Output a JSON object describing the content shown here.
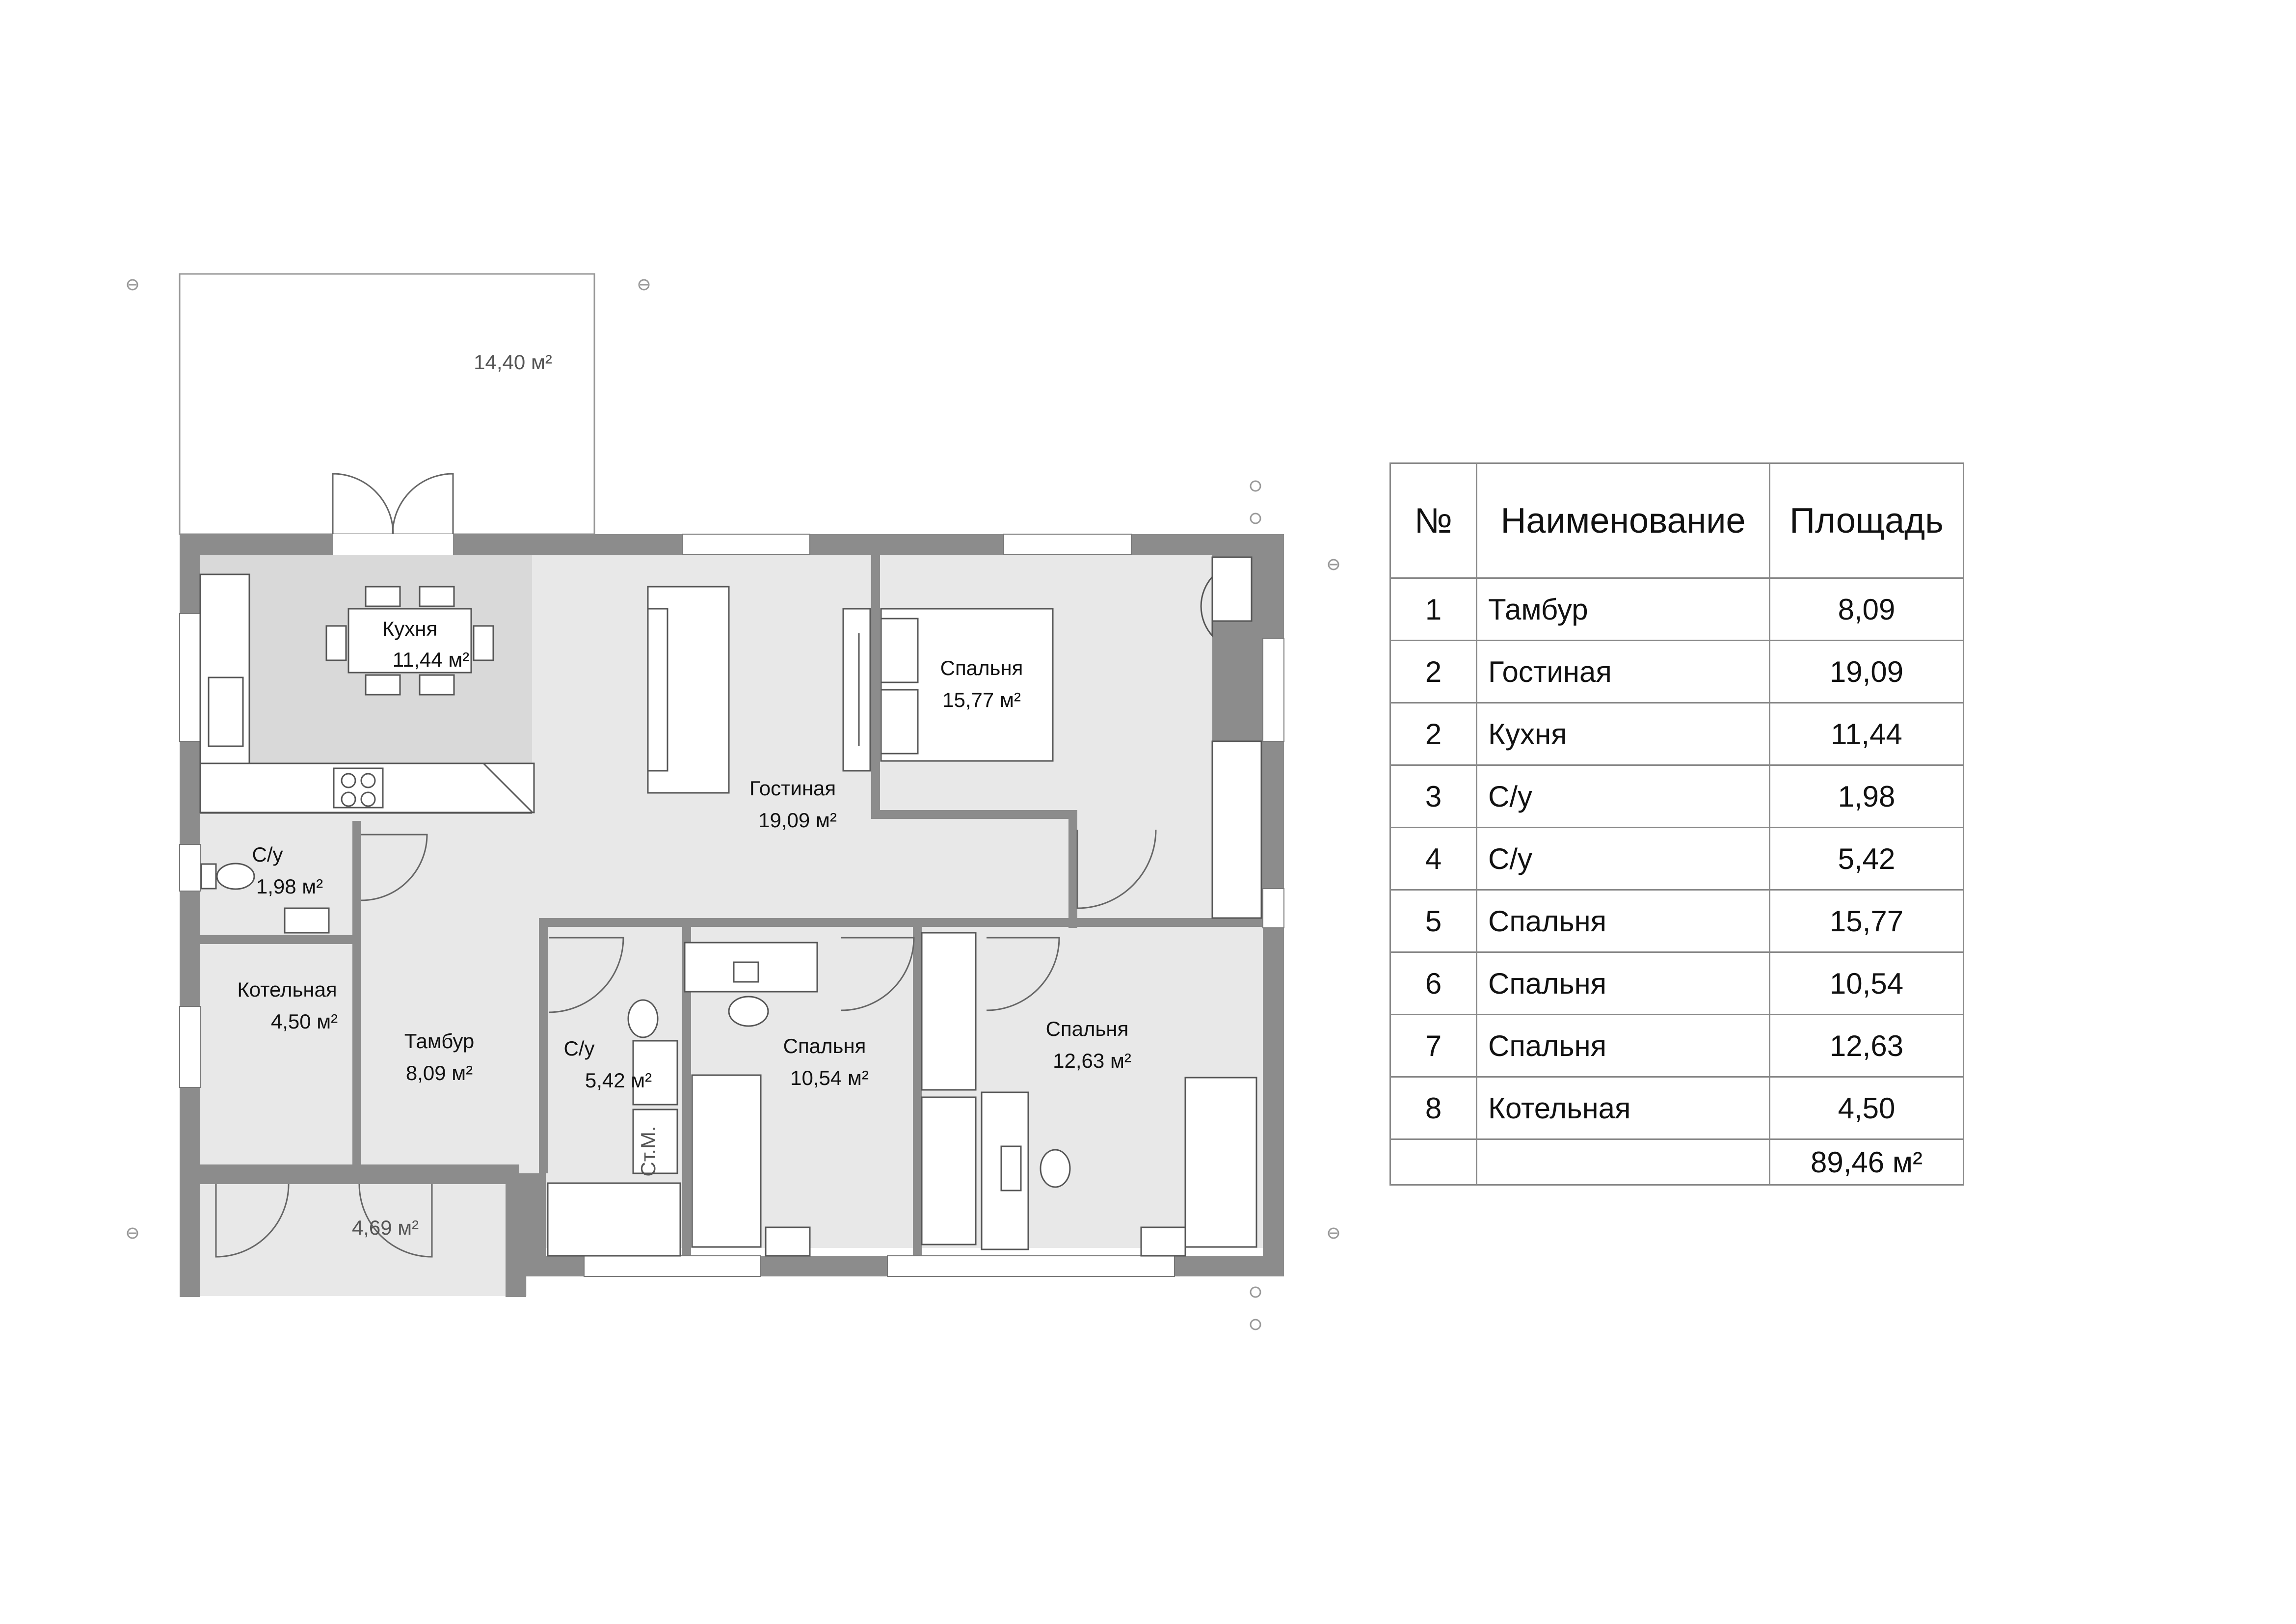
{
  "rooms": {
    "terrace": {
      "area": "14,40 м²"
    },
    "kitchen": {
      "name": "Кухня",
      "area": "11,44 м²"
    },
    "living": {
      "name": "Гостиная",
      "area": "19,09 м²"
    },
    "bedroom_master": {
      "name": "Спальня",
      "area": "15,77 м²"
    },
    "wc_small": {
      "name": "С/у",
      "area": "1,98 м²"
    },
    "boiler": {
      "name": "Котельная",
      "area": "4,50 м²"
    },
    "vestibule": {
      "name": "Тамбур",
      "area": "8,09 м²"
    },
    "wc_large": {
      "name": "С/у",
      "area": "5,42 м²"
    },
    "bedroom_mid": {
      "name": "Спальня",
      "area": "10,54 м²"
    },
    "bedroom_right": {
      "name": "Спальня",
      "area": "12,63 м²"
    },
    "porch": {
      "area": "4,69 м²"
    },
    "washer_label": "Ст.М."
  },
  "table": {
    "headers": {
      "num": "№",
      "name": "Наименование",
      "area": "Площадь"
    },
    "rows": [
      {
        "num": "1",
        "name": "Тамбур",
        "area": "8,09"
      },
      {
        "num": "2",
        "name": "Гостиная",
        "area": "19,09"
      },
      {
        "num": "2",
        "name": "Кухня",
        "area": "11,44"
      },
      {
        "num": "3",
        "name": "С/у",
        "area": "1,98"
      },
      {
        "num": "4",
        "name": "С/у",
        "area": "5,42"
      },
      {
        "num": "5",
        "name": "Спальня",
        "area": "15,77"
      },
      {
        "num": "6",
        "name": "Спальня",
        "area": "10,54"
      },
      {
        "num": "7",
        "name": "Спальня",
        "area": "12,63"
      },
      {
        "num": "8",
        "name": "Котельная",
        "area": "4,50"
      }
    ],
    "total": "89,46 м²"
  },
  "colors": {
    "floor": "#e8e8e8",
    "kitchen_floor": "#d9d9d9",
    "wall": "#8c8c8c",
    "line": "#555555"
  }
}
